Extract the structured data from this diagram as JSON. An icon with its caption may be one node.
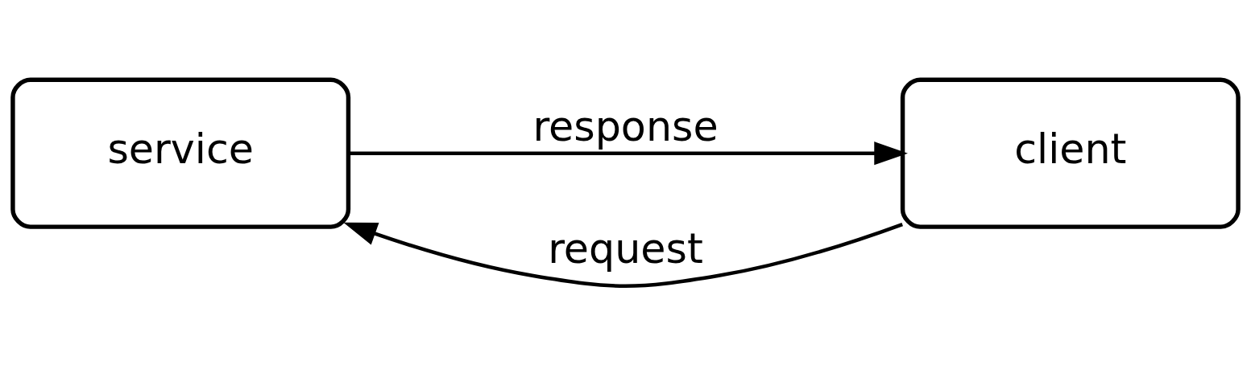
{
  "diagram": {
    "nodes": [
      {
        "text": [
          "service"
        ]
      },
      {
        "text": [
          "client"
        ]
      }
    ],
    "edges": [
      {
        "from": 1,
        "to": 0,
        "arrow": "to",
        "label": "request"
      },
      {
        "from": 0,
        "to": 1,
        "arrow": "to",
        "label": "response"
      }
    ]
  }
}
